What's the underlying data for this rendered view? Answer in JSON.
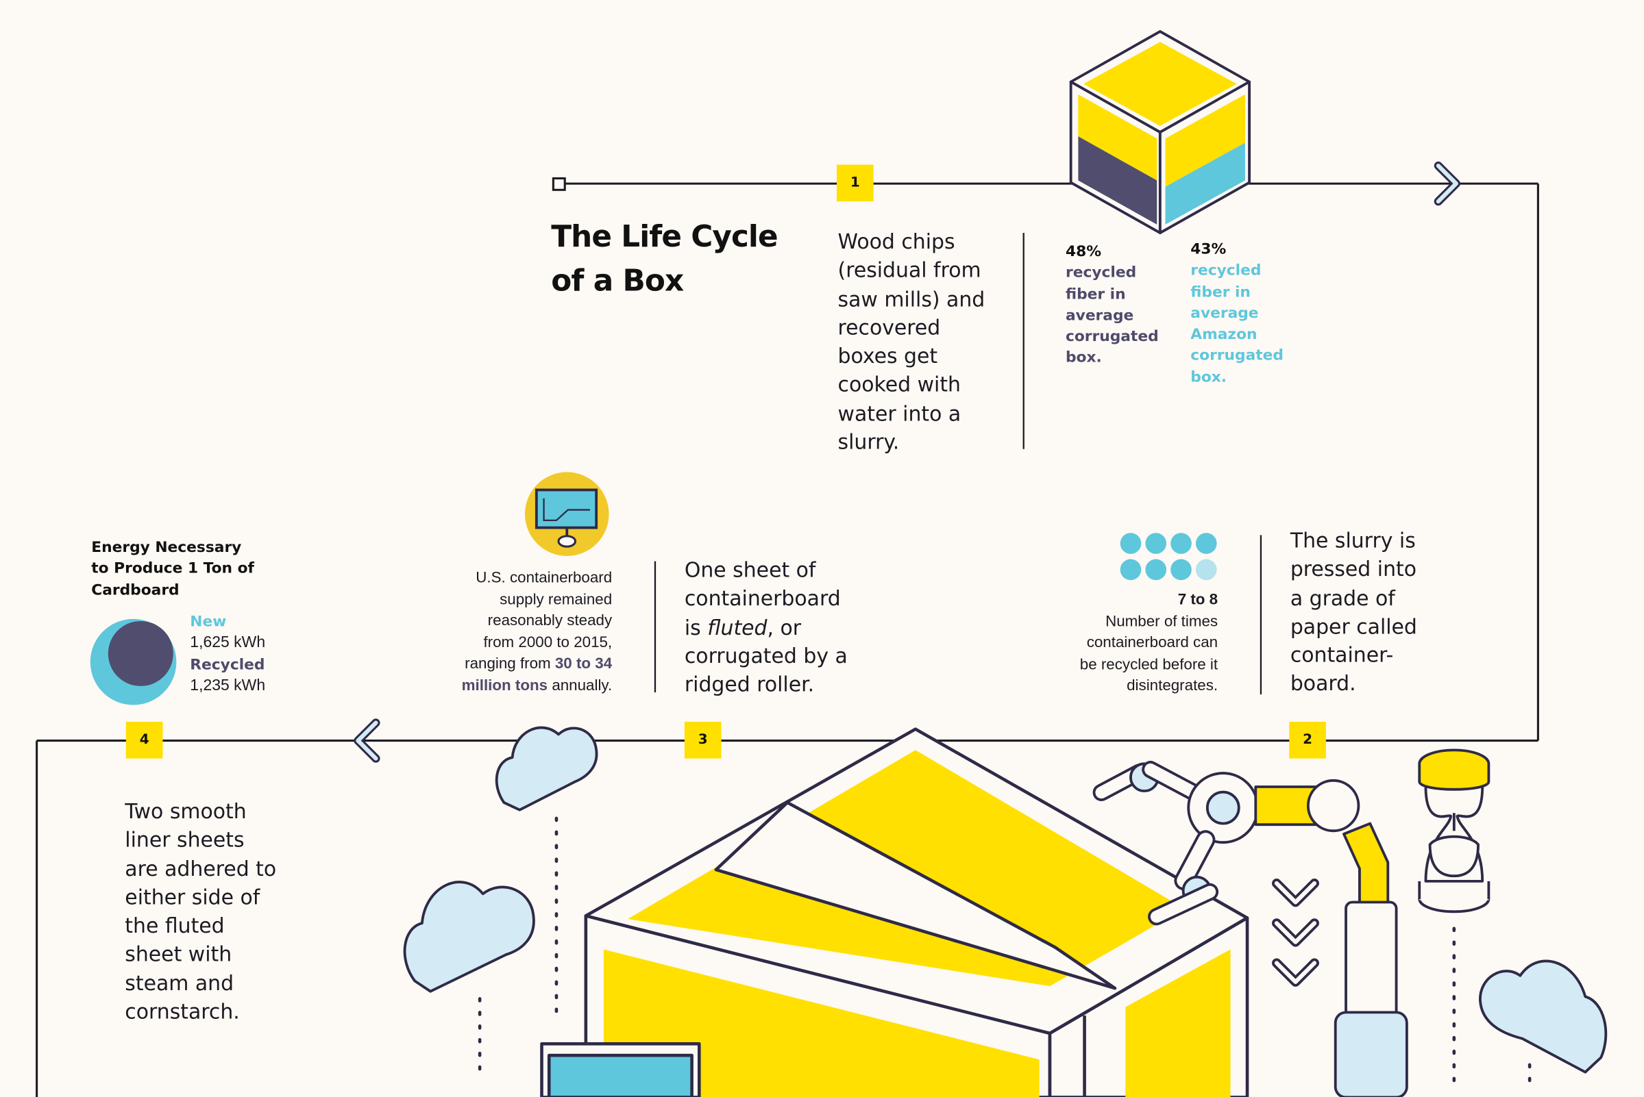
{
  "title_line1": "The Life Cycle",
  "title_line2": "of a Box",
  "steps": [
    {
      "number": "1",
      "text": [
        "Wood chips",
        "(residual from",
        "saw mills) and",
        "recovered",
        "boxes get",
        "cooked with",
        "water into a",
        "slurry."
      ]
    },
    {
      "number": "2",
      "text": [
        "The slurry is",
        "pressed into",
        "a grade of",
        "paper called",
        "container-",
        "board."
      ]
    },
    {
      "number": "3",
      "text_pre": [
        "One sheet of",
        "containerboard"
      ],
      "text_mid_prefix": "is ",
      "text_mid_em": "fluted",
      "text_mid_suffix": ", or",
      "text_post": [
        "corrugated by a",
        "ridged roller."
      ]
    },
    {
      "number": "4",
      "text": [
        "Two smooth",
        "liner sheets",
        "are adhered to",
        "either side of",
        "the fluted",
        "sheet with",
        "steam and",
        "cornstarch."
      ]
    }
  ],
  "recycled_stats": [
    {
      "value": "48%",
      "lines": [
        "recycled",
        "fiber in",
        "average",
        "corrugated",
        "box."
      ]
    },
    {
      "value": "43%",
      "lines": [
        "recycled",
        "fiber in",
        "average",
        "Amazon",
        "corrugated",
        "box."
      ]
    }
  ],
  "recycle_times": {
    "value": "7 to 8",
    "lines": [
      "Number of times",
      "containerboard can",
      "be recycled before it",
      "disintegrates."
    ]
  },
  "supply": {
    "lines": [
      "U.S. containerboard",
      "supply remained",
      "reasonably steady",
      "from 2000 to 2015,"
    ],
    "line5_prefix": "ranging from ",
    "line5_highlight": "30 to 34",
    "line6_highlight": "million tons",
    "line6_suffix": " annually."
  },
  "energy": {
    "title_lines": [
      "Energy Necessary",
      "to Produce 1 Ton of",
      "Cardboard"
    ],
    "new_label": "New",
    "new_value": "1,625 kWh",
    "recycled_label": "Recycled",
    "recycled_value": "1,235 kWh"
  },
  "colors": {
    "yellow": "#ffe000",
    "cyan": "#5ec7dc",
    "navy": "#514d6e",
    "outline": "#2e2a47",
    "cloud": "#d4eaf5"
  },
  "icons": [
    "cube-icon",
    "circle-dots-icon",
    "monitor-icon",
    "cloud-icon",
    "box-illustration",
    "robot-arm-icon",
    "hourglass-icon",
    "chevron-down-icon",
    "chevron-right-icon",
    "chevron-left-icon",
    "energy-circle-icon"
  ]
}
